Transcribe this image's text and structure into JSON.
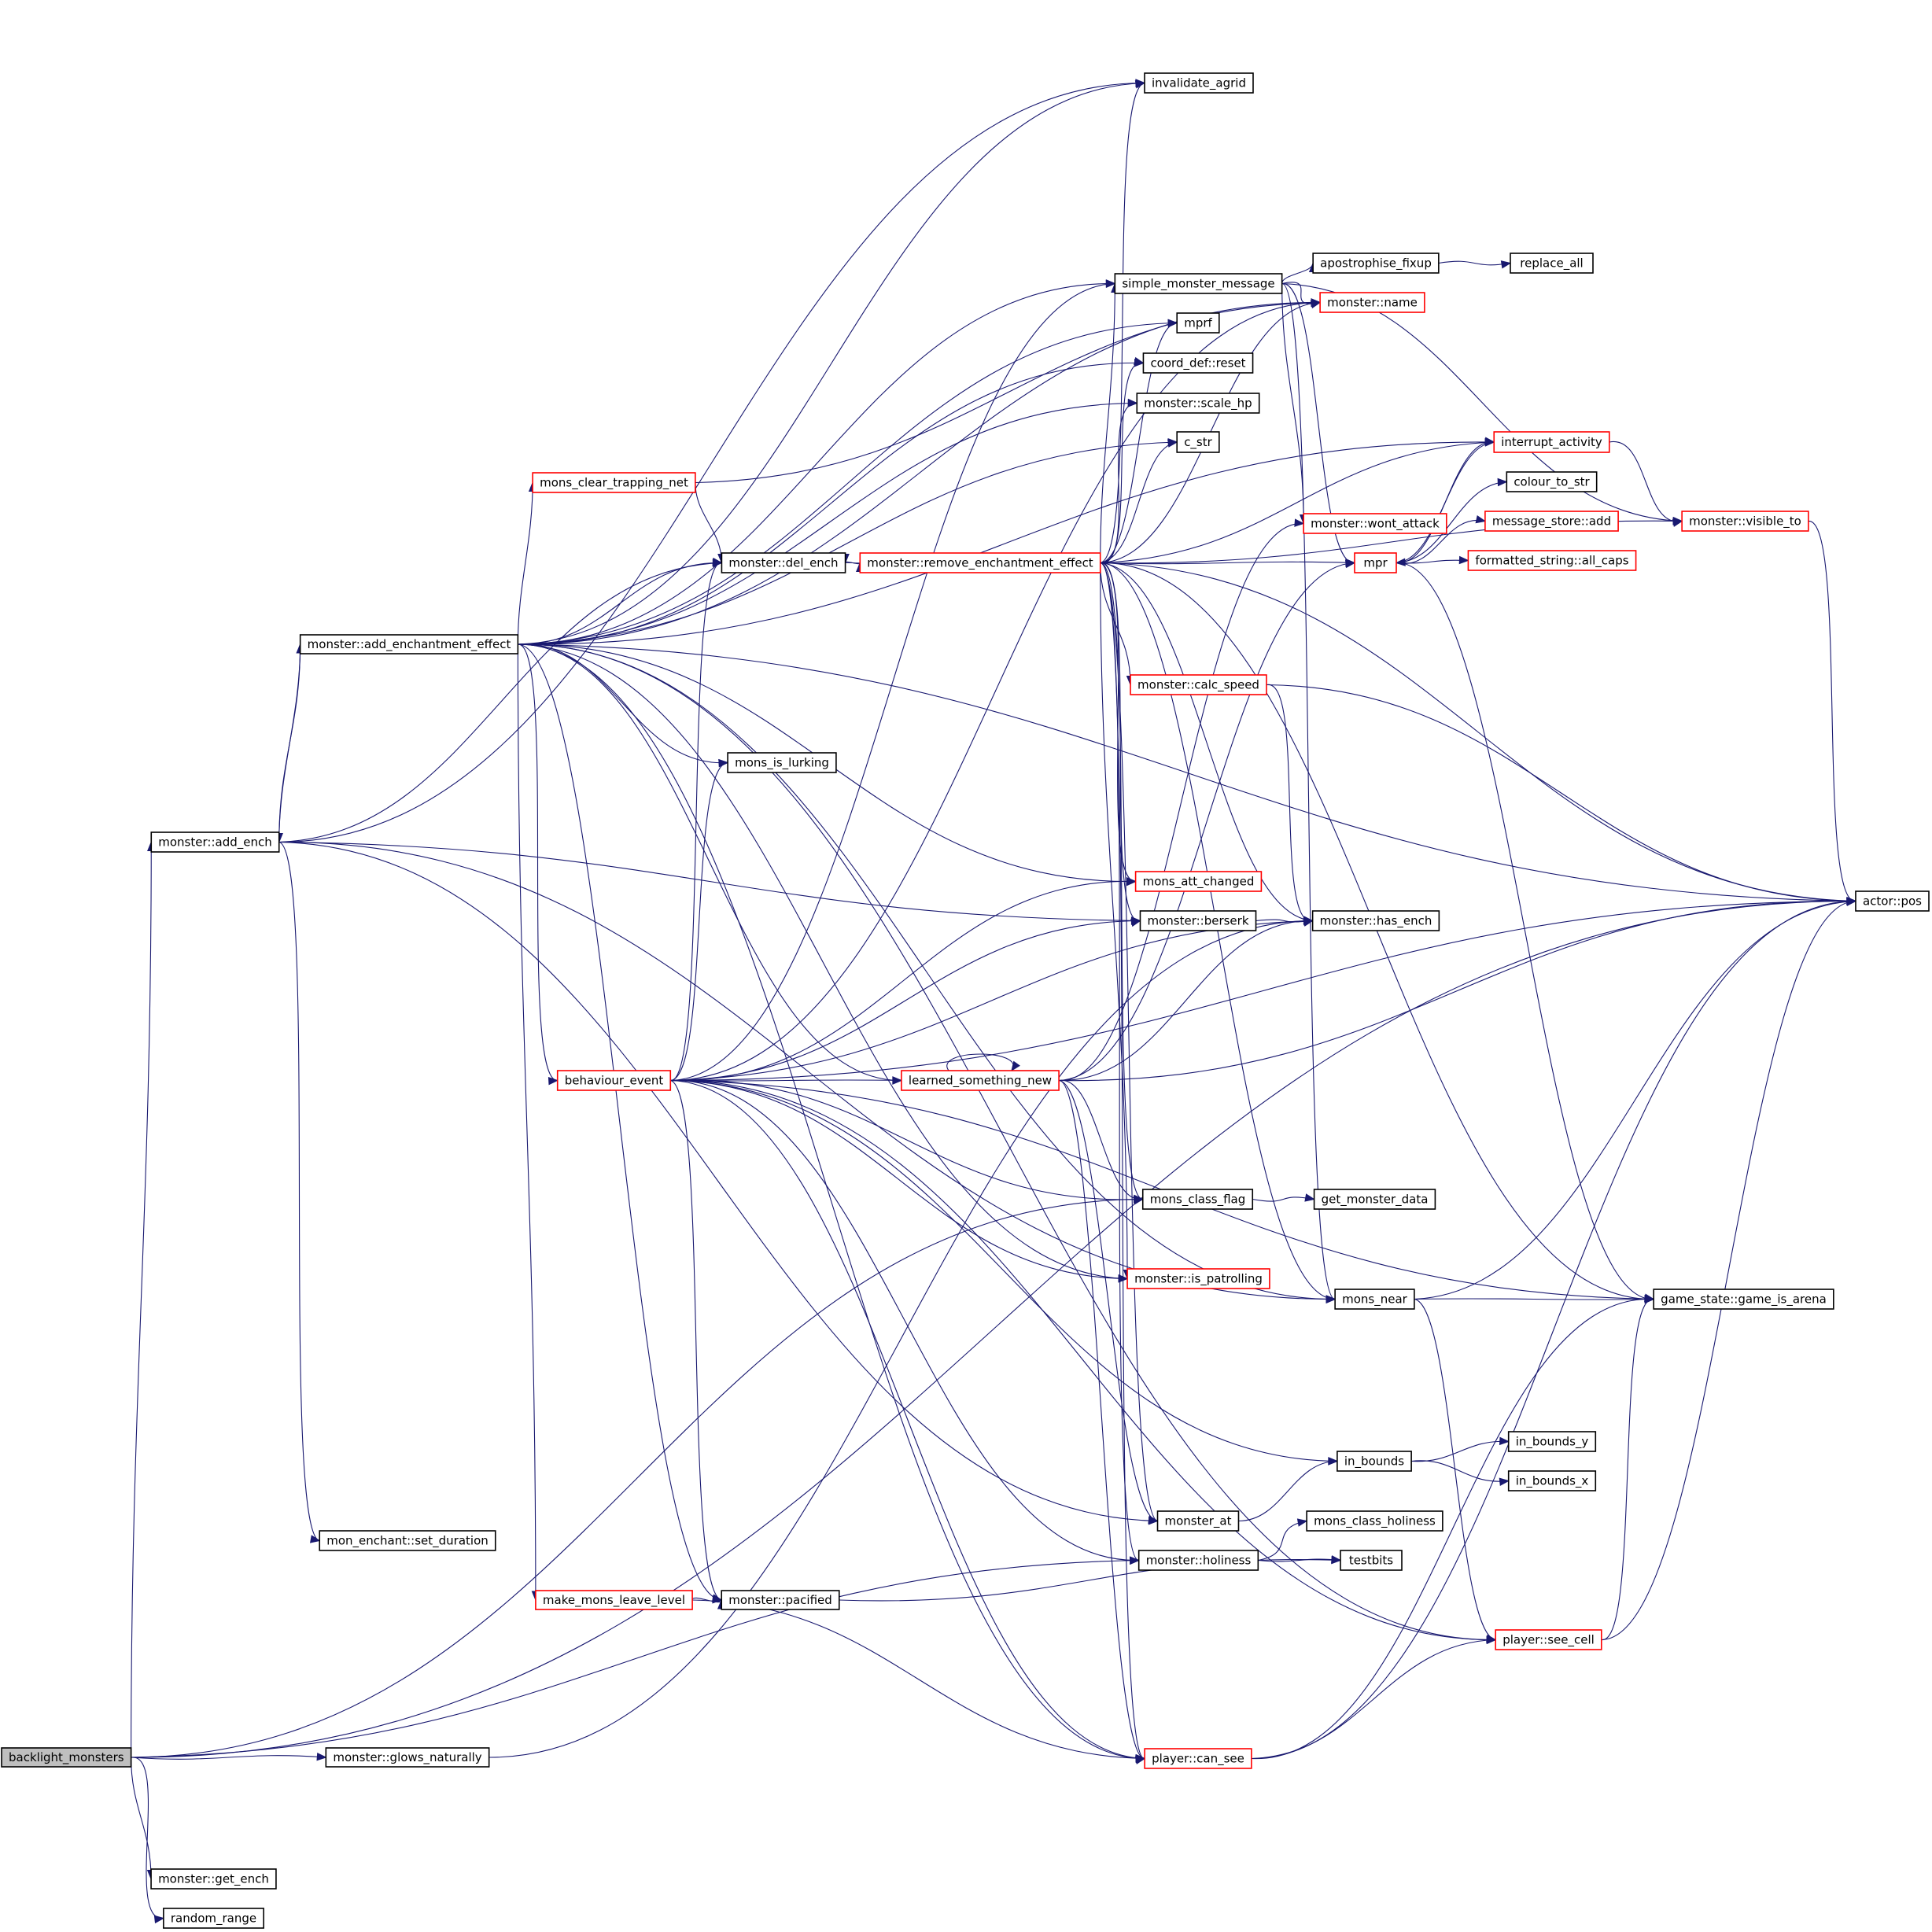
{
  "colors": {
    "edge": "#191970",
    "normal": "#000000",
    "truncated": "#ff0000",
    "root_fill": "#bfbfbf",
    "fill": "#ffffff"
  },
  "nodes": [
    {
      "id": "backlight_monsters",
      "label": "backlight_monsters",
      "style": "root"
    },
    {
      "id": "add_ench",
      "label": "monster::add_ench",
      "style": "normal"
    },
    {
      "id": "get_ench",
      "label": "monster::get_ench",
      "style": "normal"
    },
    {
      "id": "random_range",
      "label": "random_range",
      "style": "normal"
    },
    {
      "id": "glows_naturally",
      "label": "monster::glows_naturally",
      "style": "normal"
    },
    {
      "id": "add_enchantment_effect",
      "label": "monster::add_enchantment_effect",
      "style": "normal"
    },
    {
      "id": "set_duration",
      "label": "mon_enchant::set_duration",
      "style": "normal"
    },
    {
      "id": "mons_clear_trapping_net",
      "label": "mons_clear_trapping_net",
      "style": "red"
    },
    {
      "id": "behaviour_event",
      "label": "behaviour_event",
      "style": "red"
    },
    {
      "id": "make_mons_leave_level",
      "label": "make_mons_leave_level",
      "style": "red"
    },
    {
      "id": "del_ench",
      "label": "monster::del_ench",
      "style": "normal"
    },
    {
      "id": "mons_is_lurking",
      "label": "mons_is_lurking",
      "style": "normal"
    },
    {
      "id": "pacified",
      "label": "monster::pacified",
      "style": "normal"
    },
    {
      "id": "remove_enchantment_effect",
      "label": "monster::remove_enchantment_effect",
      "style": "red"
    },
    {
      "id": "learned_something_new",
      "label": "learned_something_new",
      "style": "red"
    },
    {
      "id": "invalidate_agrid",
      "label": "invalidate_agrid",
      "style": "normal"
    },
    {
      "id": "simple_monster_message",
      "label": "simple_monster_message",
      "style": "normal"
    },
    {
      "id": "mprf",
      "label": "mprf",
      "style": "normal"
    },
    {
      "id": "coord_reset",
      "label": "coord_def::reset",
      "style": "normal"
    },
    {
      "id": "scale_hp",
      "label": "monster::scale_hp",
      "style": "normal"
    },
    {
      "id": "c_str",
      "label": "c_str",
      "style": "normal"
    },
    {
      "id": "calc_speed",
      "label": "monster::calc_speed",
      "style": "red"
    },
    {
      "id": "mons_att_changed",
      "label": "mons_att_changed",
      "style": "red"
    },
    {
      "id": "berserk",
      "label": "monster::berserk",
      "style": "normal"
    },
    {
      "id": "mons_class_flag",
      "label": "mons_class_flag",
      "style": "normal"
    },
    {
      "id": "is_patrolling",
      "label": "monster::is_patrolling",
      "style": "red"
    },
    {
      "id": "monster_at",
      "label": "monster_at",
      "style": "normal"
    },
    {
      "id": "holiness",
      "label": "monster::holiness",
      "style": "normal"
    },
    {
      "id": "can_see",
      "label": "player::can_see",
      "style": "red"
    },
    {
      "id": "apostrophise_fixup",
      "label": "apostrophise_fixup",
      "style": "normal"
    },
    {
      "id": "monster_name",
      "label": "monster::name",
      "style": "red"
    },
    {
      "id": "wont_attack",
      "label": "monster::wont_attack",
      "style": "red"
    },
    {
      "id": "mpr",
      "label": "mpr",
      "style": "red"
    },
    {
      "id": "has_ench",
      "label": "monster::has_ench",
      "style": "normal"
    },
    {
      "id": "get_monster_data",
      "label": "get_monster_data",
      "style": "normal"
    },
    {
      "id": "mons_near",
      "label": "mons_near",
      "style": "normal"
    },
    {
      "id": "in_bounds",
      "label": "in_bounds",
      "style": "normal"
    },
    {
      "id": "mons_class_holiness",
      "label": "mons_class_holiness",
      "style": "normal"
    },
    {
      "id": "testbits",
      "label": "testbits",
      "style": "normal"
    },
    {
      "id": "replace_all",
      "label": "replace_all",
      "style": "normal"
    },
    {
      "id": "interrupt_activity",
      "label": "interrupt_activity",
      "style": "red"
    },
    {
      "id": "colour_to_str",
      "label": "colour_to_str",
      "style": "normal"
    },
    {
      "id": "message_store_add",
      "label": "message_store::add",
      "style": "red"
    },
    {
      "id": "all_caps",
      "label": "formatted_string::all_caps",
      "style": "red"
    },
    {
      "id": "in_bounds_y",
      "label": "in_bounds_y",
      "style": "normal"
    },
    {
      "id": "in_bounds_x",
      "label": "in_bounds_x",
      "style": "normal"
    },
    {
      "id": "see_cell",
      "label": "player::see_cell",
      "style": "red"
    },
    {
      "id": "visible_to",
      "label": "monster::visible_to",
      "style": "red"
    },
    {
      "id": "game_is_arena",
      "label": "game_state::game_is_arena",
      "style": "normal"
    },
    {
      "id": "actor_pos",
      "label": "actor::pos",
      "style": "normal"
    }
  ],
  "edges": [
    [
      "backlight_monsters",
      "add_ench"
    ],
    [
      "backlight_monsters",
      "get_ench"
    ],
    [
      "backlight_monsters",
      "random_range"
    ],
    [
      "backlight_monsters",
      "glows_naturally"
    ],
    [
      "backlight_monsters",
      "mons_class_flag"
    ],
    [
      "backlight_monsters",
      "holiness"
    ],
    [
      "backlight_monsters",
      "actor_pos"
    ],
    [
      "add_ench",
      "add_enchantment_effect"
    ],
    [
      "add_ench",
      "set_duration"
    ],
    [
      "add_ench",
      "invalidate_agrid"
    ],
    [
      "add_ench",
      "del_ench"
    ],
    [
      "add_ench",
      "berserk"
    ],
    [
      "add_ench",
      "mons_near"
    ],
    [
      "add_ench",
      "monster_at"
    ],
    [
      "glows_naturally",
      "has_ench"
    ],
    [
      "add_enchantment_effect",
      "add_ench"
    ],
    [
      "add_enchantment_effect",
      "mons_clear_trapping_net"
    ],
    [
      "add_enchantment_effect",
      "behaviour_event"
    ],
    [
      "add_enchantment_effect",
      "make_mons_leave_level"
    ],
    [
      "add_enchantment_effect",
      "del_ench"
    ],
    [
      "add_enchantment_effect",
      "mons_is_lurking"
    ],
    [
      "add_enchantment_effect",
      "pacified"
    ],
    [
      "add_enchantment_effect",
      "learned_something_new"
    ],
    [
      "add_enchantment_effect",
      "invalidate_agrid"
    ],
    [
      "add_enchantment_effect",
      "simple_monster_message"
    ],
    [
      "add_enchantment_effect",
      "mprf"
    ],
    [
      "add_enchantment_effect",
      "coord_reset"
    ],
    [
      "add_enchantment_effect",
      "scale_hp"
    ],
    [
      "add_enchantment_effect",
      "c_str"
    ],
    [
      "add_enchantment_effect",
      "monster_name"
    ],
    [
      "add_enchantment_effect",
      "mons_att_changed"
    ],
    [
      "add_enchantment_effect",
      "is_patrolling"
    ],
    [
      "add_enchantment_effect",
      "can_see"
    ],
    [
      "add_enchantment_effect",
      "see_cell"
    ],
    [
      "add_enchantment_effect",
      "interrupt_activity"
    ],
    [
      "add_enchantment_effect",
      "mons_near"
    ],
    [
      "add_enchantment_effect",
      "actor_pos"
    ],
    [
      "mons_clear_trapping_net",
      "del_ench"
    ],
    [
      "mons_clear_trapping_net",
      "monster_name"
    ],
    [
      "behaviour_event",
      "del_ench"
    ],
    [
      "behaviour_event",
      "mons_is_lurking"
    ],
    [
      "behaviour_event",
      "pacified"
    ],
    [
      "behaviour_event",
      "learned_something_new"
    ],
    [
      "behaviour_event",
      "simple_monster_message"
    ],
    [
      "behaviour_event",
      "mons_att_changed"
    ],
    [
      "behaviour_event",
      "berserk"
    ],
    [
      "behaviour_event",
      "mons_class_flag"
    ],
    [
      "behaviour_event",
      "is_patrolling"
    ],
    [
      "behaviour_event",
      "holiness"
    ],
    [
      "behaviour_event",
      "can_see"
    ],
    [
      "behaviour_event",
      "monster_name"
    ],
    [
      "behaviour_event",
      "has_ench"
    ],
    [
      "behaviour_event",
      "in_bounds"
    ],
    [
      "behaviour_event",
      "see_cell"
    ],
    [
      "behaviour_event",
      "game_is_arena"
    ],
    [
      "behaviour_event",
      "actor_pos"
    ],
    [
      "make_mons_leave_level",
      "pacified"
    ],
    [
      "make_mons_leave_level",
      "can_see"
    ],
    [
      "del_ench",
      "remove_enchantment_effect"
    ],
    [
      "pacified",
      "testbits"
    ],
    [
      "remove_enchantment_effect",
      "del_ench"
    ],
    [
      "remove_enchantment_effect",
      "invalidate_agrid"
    ],
    [
      "remove_enchantment_effect",
      "simple_monster_message"
    ],
    [
      "remove_enchantment_effect",
      "mprf"
    ],
    [
      "remove_enchantment_effect",
      "coord_reset"
    ],
    [
      "remove_enchantment_effect",
      "scale_hp"
    ],
    [
      "remove_enchantment_effect",
      "c_str"
    ],
    [
      "remove_enchantment_effect",
      "calc_speed"
    ],
    [
      "remove_enchantment_effect",
      "mons_att_changed"
    ],
    [
      "remove_enchantment_effect",
      "berserk"
    ],
    [
      "remove_enchantment_effect",
      "mons_class_flag"
    ],
    [
      "remove_enchantment_effect",
      "is_patrolling"
    ],
    [
      "remove_enchantment_effect",
      "monster_at"
    ],
    [
      "remove_enchantment_effect",
      "holiness"
    ],
    [
      "remove_enchantment_effect",
      "can_see"
    ],
    [
      "remove_enchantment_effect",
      "mpr"
    ],
    [
      "remove_enchantment_effect",
      "monster_name"
    ],
    [
      "remove_enchantment_effect",
      "has_ench"
    ],
    [
      "remove_enchantment_effect",
      "mons_near"
    ],
    [
      "remove_enchantment_effect",
      "interrupt_activity"
    ],
    [
      "remove_enchantment_effect",
      "visible_to"
    ],
    [
      "remove_enchantment_effect",
      "game_is_arena"
    ],
    [
      "remove_enchantment_effect",
      "actor_pos"
    ],
    [
      "learned_something_new",
      "learned_something_new"
    ],
    [
      "learned_something_new",
      "mons_class_flag"
    ],
    [
      "learned_something_new",
      "monster_at"
    ],
    [
      "learned_something_new",
      "can_see"
    ],
    [
      "learned_something_new",
      "wont_attack"
    ],
    [
      "learned_something_new",
      "has_ench"
    ],
    [
      "learned_something_new",
      "mpr"
    ],
    [
      "learned_something_new",
      "actor_pos"
    ],
    [
      "simple_monster_message",
      "apostrophise_fixup"
    ],
    [
      "simple_monster_message",
      "monster_name"
    ],
    [
      "simple_monster_message",
      "wont_attack"
    ],
    [
      "simple_monster_message",
      "mpr"
    ],
    [
      "simple_monster_message",
      "visible_to"
    ],
    [
      "simple_monster_message",
      "mons_near"
    ],
    [
      "calc_speed",
      "has_ench"
    ],
    [
      "calc_speed",
      "actor_pos"
    ],
    [
      "berserk",
      "has_ench"
    ],
    [
      "mons_class_flag",
      "get_monster_data"
    ],
    [
      "monster_at",
      "in_bounds"
    ],
    [
      "holiness",
      "mons_class_holiness"
    ],
    [
      "holiness",
      "testbits"
    ],
    [
      "can_see",
      "see_cell"
    ],
    [
      "can_see",
      "game_is_arena"
    ],
    [
      "can_see",
      "actor_pos"
    ],
    [
      "apostrophise_fixup",
      "replace_all"
    ],
    [
      "mpr",
      "interrupt_activity"
    ],
    [
      "mpr",
      "colour_to_str"
    ],
    [
      "mpr",
      "message_store_add"
    ],
    [
      "mpr",
      "all_caps"
    ],
    [
      "mpr",
      "game_is_arena"
    ],
    [
      "mons_near",
      "see_cell"
    ],
    [
      "mons_near",
      "game_is_arena"
    ],
    [
      "mons_near",
      "actor_pos"
    ],
    [
      "in_bounds",
      "in_bounds_y"
    ],
    [
      "in_bounds",
      "in_bounds_x"
    ],
    [
      "see_cell",
      "game_is_arena"
    ],
    [
      "see_cell",
      "actor_pos"
    ],
    [
      "interrupt_activity",
      "visible_to"
    ],
    [
      "interrupt_activity",
      "mpr"
    ],
    [
      "visible_to",
      "actor_pos"
    ]
  ]
}
